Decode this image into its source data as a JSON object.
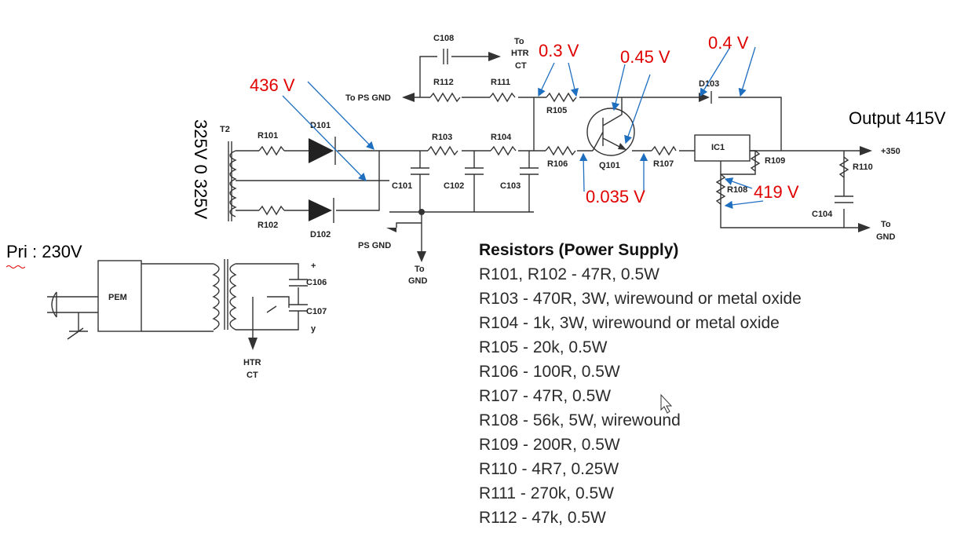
{
  "schematic": {
    "labels": {
      "c108": "C108",
      "to_htr_ct_top": [
        "To",
        "HTR",
        "CT"
      ],
      "r112": "R112",
      "r111": "R111",
      "to_ps_gnd": "To PS GND",
      "r105": "R105",
      "d103": "D103",
      "t2": "T2",
      "r101": "R101",
      "d101": "D101",
      "r103": "R103",
      "r104": "R104",
      "r106": "R106",
      "q101": "Q101",
      "r107": "R107",
      "ic1": "IC1",
      "r109": "R109",
      "r110": "R110",
      "plus350": "+350",
      "c101": "C101",
      "c102": "C102",
      "c103": "C103",
      "r108": "R108",
      "c104": "C104",
      "to_gnd_right": [
        "To",
        "GND"
      ],
      "r102": "R102",
      "d102": "D102",
      "ps_gnd": "PS GND",
      "to_gnd_mid": [
        "To",
        "GND"
      ],
      "pem": "PEM",
      "c106": "C106",
      "c107": "C107",
      "plus_mark": "+",
      "y_mark": "y",
      "htr_ct_bottom": [
        "HTR",
        "CT"
      ]
    },
    "annotations": {
      "v_436": "436 V",
      "v_03": "0.3 V",
      "v_045": "0.45 V",
      "v_04": "0.4 V",
      "v_0035": "0.035 V",
      "v_419": "419 V",
      "output": "Output 415V",
      "primary": "Pri : 230V",
      "secondary": "325V 0 325V"
    },
    "colors": {
      "annotation": "#e00000",
      "arrow": "#1f6fc0",
      "wire": "#333333"
    }
  },
  "resistors": {
    "title": "Resistors (Power Supply)",
    "items": [
      "R101, R102 - 47R, 0.5W",
      "R103 - 470R, 3W, wirewound or metal oxide",
      "R104 - 1k, 3W, wirewound or metal oxide",
      "R105 - 20k, 0.5W",
      "R106 - 100R, 0.5W",
      "R107 - 47R, 0.5W",
      "R108 - 56k, 5W, wirewound",
      "R109 - 200R, 0.5W",
      "R110 - 4R7, 0.25W",
      "R111 - 270k, 0.5W",
      "R112 - 47k, 0.5W"
    ]
  }
}
